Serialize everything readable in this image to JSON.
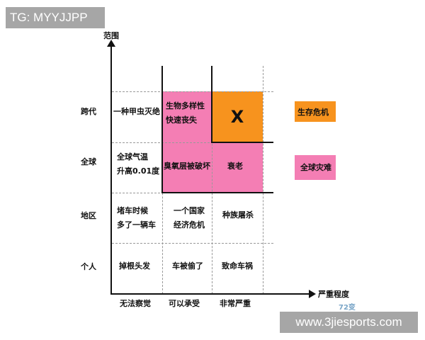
{
  "overlay": {
    "tag_label": "TG: MYYJJPP",
    "site_label": "www.3jiesports.com"
  },
  "diagram": {
    "y_axis_title": "范围",
    "x_axis_title": "严重程度",
    "y_levels": [
      "跨代",
      "全球",
      "地区",
      "个人"
    ],
    "x_levels": [
      "无法察觉",
      "可以承受",
      "非常严重"
    ],
    "cells": {
      "r0c0": "一种甲虫灭绝",
      "r0c1_line1": "生物多样性",
      "r0c1_line2": "快速丧失",
      "r0c2": "X",
      "r1c0_line1": "全球气温",
      "r1c0_line2": "升高0.01度",
      "r1c1": "臭氧层被破坏",
      "r1c2": "衰老",
      "r2c0_line1": "堵车时候",
      "r2c0_line2": "多了一辆车",
      "r2c1_line1": "一个国家",
      "r2c1_line2": "经济危机",
      "r2c2": "种族屠杀",
      "r3c0": "掉根头发",
      "r3c1": "车被偷了",
      "r3c2": "致命车祸"
    },
    "legend": [
      {
        "label": "生存危机",
        "color": "#f7931e"
      },
      {
        "label": "全球灾难",
        "color": "#f47eb4"
      }
    ],
    "watermark": "72变",
    "colors": {
      "orange": "#f7931e",
      "pink": "#f47eb4",
      "axis": "#111111",
      "grid": "#999999"
    }
  }
}
